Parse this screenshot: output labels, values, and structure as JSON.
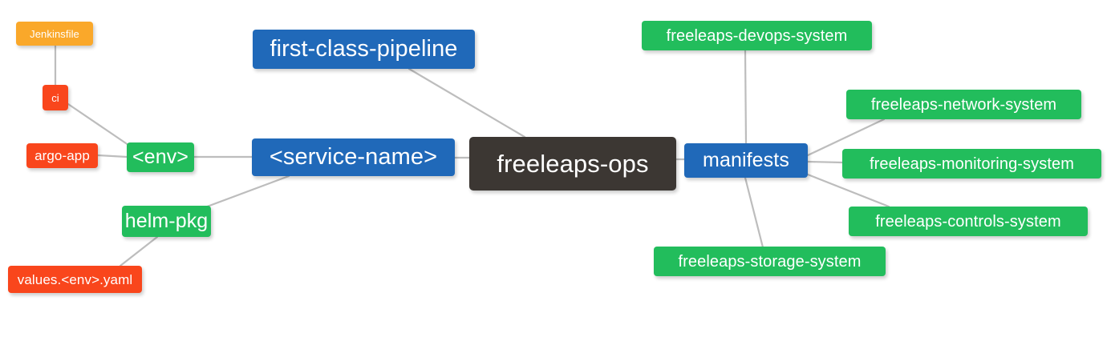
{
  "diagram": {
    "title": "freeleaps-ops repository mindmap",
    "type": "mindmap",
    "background": "#ffffff",
    "edge_color": "#bdbdbd",
    "palette": {
      "root": "#3c3733",
      "blue": "#2069b9",
      "green": "#22bd5c",
      "red": "#f9461c",
      "orange": "#faa82a",
      "text": "#ffffff"
    }
  },
  "nodes": {
    "root": {
      "label": "freeleaps-ops",
      "color": "#3c3733"
    },
    "service_name": {
      "label": "<service-name>",
      "color": "#2069b9"
    },
    "first_class_pipeline": {
      "label": "first-class-pipeline",
      "color": "#2069b9"
    },
    "manifests": {
      "label": "manifests",
      "color": "#2069b9"
    },
    "env": {
      "label": "<env>",
      "color": "#22bd5c"
    },
    "helm_pkg": {
      "label": "helm-pkg",
      "color": "#22bd5c"
    },
    "jenkinsfile": {
      "label": "Jenkinsfile",
      "color": "#faa82a"
    },
    "ci": {
      "label": "ci",
      "color": "#f9461c"
    },
    "argo_app": {
      "label": "argo-app",
      "color": "#f9461c"
    },
    "values_yaml": {
      "label": "values.<env>.yaml",
      "color": "#f9461c"
    },
    "devops_system": {
      "label": "freeleaps-devops-system",
      "color": "#22bd5c"
    },
    "network_system": {
      "label": "freeleaps-network-system",
      "color": "#22bd5c"
    },
    "monitoring_system": {
      "label": "freeleaps-monitoring-system",
      "color": "#22bd5c"
    },
    "controls_system": {
      "label": "freeleaps-controls-system",
      "color": "#22bd5c"
    },
    "storage_system": {
      "label": "freeleaps-storage-system",
      "color": "#22bd5c"
    }
  },
  "edges": [
    {
      "from": "root",
      "to": "service_name"
    },
    {
      "from": "root",
      "to": "first_class_pipeline"
    },
    {
      "from": "root",
      "to": "manifests"
    },
    {
      "from": "service_name",
      "to": "env"
    },
    {
      "from": "service_name",
      "to": "helm_pkg"
    },
    {
      "from": "env",
      "to": "ci"
    },
    {
      "from": "env",
      "to": "argo_app"
    },
    {
      "from": "ci",
      "to": "jenkinsfile"
    },
    {
      "from": "helm_pkg",
      "to": "values_yaml"
    },
    {
      "from": "manifests",
      "to": "devops_system"
    },
    {
      "from": "manifests",
      "to": "network_system"
    },
    {
      "from": "manifests",
      "to": "monitoring_system"
    },
    {
      "from": "manifests",
      "to": "controls_system"
    },
    {
      "from": "manifests",
      "to": "storage_system"
    }
  ]
}
